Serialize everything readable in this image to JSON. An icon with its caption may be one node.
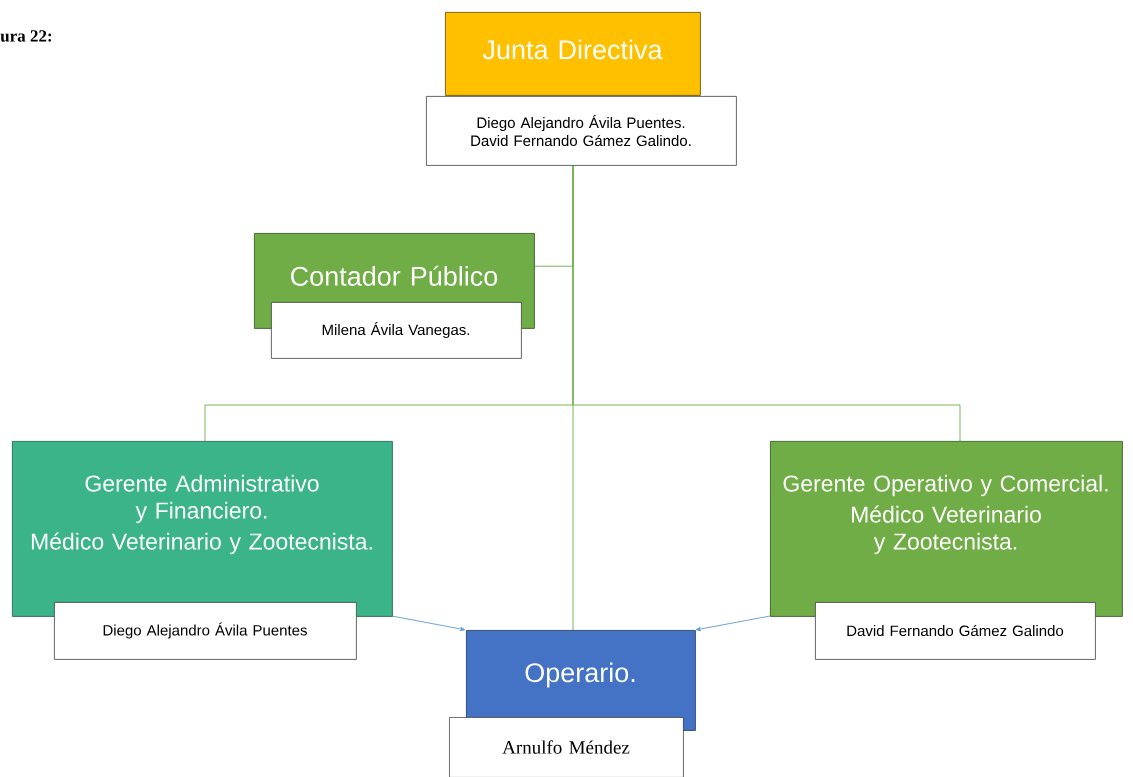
{
  "diagram": {
    "title": "ura 22:",
    "nodes": [
      {
        "text": [
          "Junta Directiva"
        ]
      },
      {
        "text": [
          "Diego Alejandro Ávila Puentes. David Fernando Gámez Galindo."
        ]
      },
      {
        "text": [
          "Contador Público"
        ]
      },
      {
        "text": [
          "Milena Ávila Vanegas."
        ]
      },
      {
        "text": [
          "Gerente Administrativo y Financiero.",
          "Médico Veterinario y Zootecnista."
        ]
      },
      {
        "text": [
          "Diego Alejandro Ávila Puentes"
        ]
      },
      {
        "text": [
          "Gerente Operativo y Comercial.",
          "Médico Veterinario y Zootecnista."
        ]
      },
      {
        "text": [
          "David Fernando Gámez Galindo"
        ]
      },
      {
        "text": [
          "Operario."
        ]
      },
      {
        "text": [
          "Arnulfo Méndez"
        ]
      }
    ],
    "edges": [
      {
        "from": 1,
        "to": 2,
        "arrow": "none"
      },
      {
        "from": 1,
        "to": 4,
        "arrow": "none"
      },
      {
        "from": 1,
        "to": 6,
        "arrow": "none"
      },
      {
        "from": 1,
        "to": 8,
        "arrow": "none"
      },
      {
        "from": 4,
        "to": 8,
        "arrow": "to",
        "color": "#5b9bd5"
      },
      {
        "from": 6,
        "to": 8,
        "arrow": "to",
        "color": "#5b9bd5"
      }
    ]
  }
}
